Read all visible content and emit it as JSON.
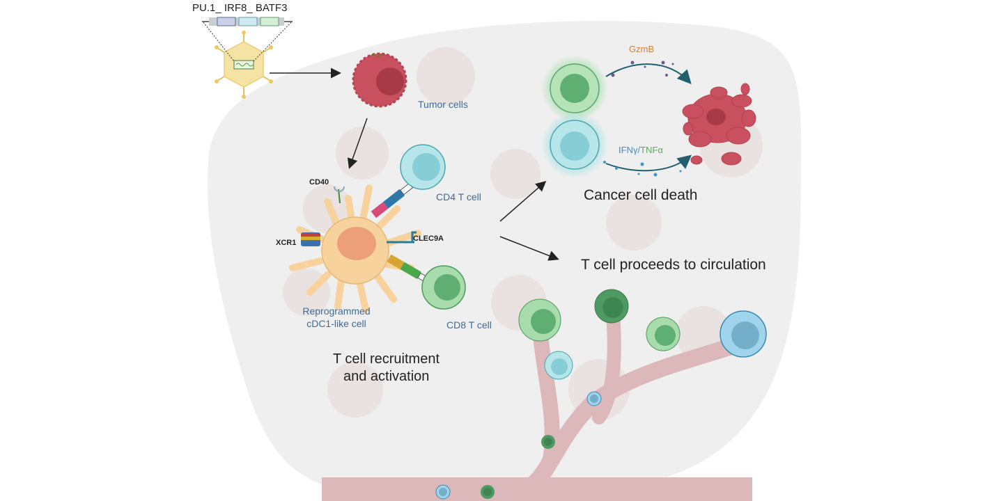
{
  "construct": {
    "label": "PU.1_ IRF8_ BATF3",
    "segments": [
      "PU.1",
      "IRF8",
      "BATF3"
    ],
    "segment_colors": [
      "#c9d0e8",
      "#cdeaf2",
      "#d3f0d3"
    ]
  },
  "labels": {
    "tumor_cells": "Tumor cells",
    "cd40": "CD40",
    "xcr1": "XCR1",
    "clec9a": "CLEC9A",
    "cd4": "CD4 T cell",
    "cd8": "CD8 T cell",
    "dc_line1": "Reprogrammed",
    "dc_line2": "cDC1-like cell",
    "recruit_line1": "T cell recruitment",
    "recruit_line2": "and activation",
    "gzmb": "GzmB",
    "ifng": "IFNγ",
    "slash": "/",
    "tnfa": "TNFα",
    "death": "Cancer cell death",
    "circulation": "T cell proceeds to circulation"
  },
  "colors": {
    "tissue": "#efefef",
    "tumor": "#c9505e",
    "tumor_nucleus": "#a83a48",
    "dc_body": "#f7d29c",
    "dc_nucleus": "#eca07a",
    "cd4_outer": "#b7e6ea",
    "cd4_inner": "#86cdd6",
    "cd8_outer": "#a9dcac",
    "cd8_inner": "#5fae72",
    "vessel": "#d9b4b6",
    "gzmb_text": "#c8843a",
    "ifng_text": "#3b8fc4",
    "tnfa_text": "#5aab5a",
    "virus": "#f4e3a2"
  }
}
